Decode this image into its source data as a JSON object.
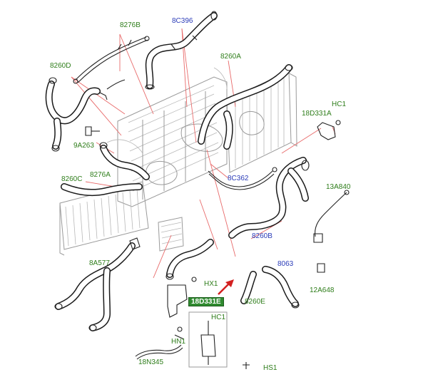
{
  "diagram": {
    "callouts": [
      {
        "id": "c-8276B",
        "text": "8276B",
        "color": "green"
      },
      {
        "id": "c-8C396",
        "text": "8C396",
        "color": "blue"
      },
      {
        "id": "c-8260A",
        "text": "8260A",
        "color": "green"
      },
      {
        "id": "c-8260D",
        "text": "8260D",
        "color": "green"
      },
      {
        "id": "c-HC1-top",
        "text": "HC1",
        "color": "green"
      },
      {
        "id": "c-18D331A",
        "text": "18D331A",
        "color": "green"
      },
      {
        "id": "c-9A263",
        "text": "9A263",
        "color": "green"
      },
      {
        "id": "c-8276A",
        "text": "8276A",
        "color": "green"
      },
      {
        "id": "c-8260C",
        "text": "8260C",
        "color": "green"
      },
      {
        "id": "c-8C362",
        "text": "8C362",
        "color": "blue"
      },
      {
        "id": "c-13A840",
        "text": "13A840",
        "color": "green"
      },
      {
        "id": "c-8260B",
        "text": "8260B",
        "color": "blue"
      },
      {
        "id": "c-8A577",
        "text": "8A577",
        "color": "green"
      },
      {
        "id": "c-8063",
        "text": "8063",
        "color": "blue"
      },
      {
        "id": "c-HX1",
        "text": "HX1",
        "color": "green"
      },
      {
        "id": "c-12A648",
        "text": "12A648",
        "color": "green"
      },
      {
        "id": "c-18D331E",
        "text": "18D331E",
        "color": "highlight"
      },
      {
        "id": "c-8260E",
        "text": "8260E",
        "color": "green"
      },
      {
        "id": "c-HC1-bot",
        "text": "HC1",
        "color": "green"
      },
      {
        "id": "c-HN1",
        "text": "HN1",
        "color": "green"
      },
      {
        "id": "c-18N345",
        "text": "18N345",
        "color": "green"
      },
      {
        "id": "c-HS1",
        "text": "HS1",
        "color": "green"
      }
    ],
    "colors": {
      "label_green": "#2e7d1a",
      "label_blue": "#2a3bb8",
      "highlight_fill": "#2f8a2f",
      "leader_line": "#e86a6a",
      "pointer_arrow": "#d32020",
      "line_art": "#1a1a1a"
    }
  }
}
